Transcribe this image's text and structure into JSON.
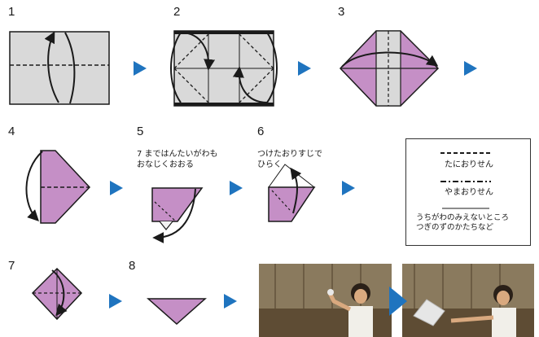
{
  "steps": [
    "1",
    "2",
    "3",
    "4",
    "5",
    "6",
    "7",
    "8"
  ],
  "captions": {
    "step5": "7 まではんたいがわも\nおなじくおおる",
    "step6": "つけたおりすじで\nひらく"
  },
  "legend": {
    "valley_fold": "たにおりせん",
    "mountain_fold": "やまおりせん",
    "hidden_line": "うちがわのみえないところ\nつぎのずのかたちなど"
  },
  "colors": {
    "paper_gray": "#d9d9d9",
    "paper_purple": "#c58fc6",
    "arrow_blue": "#1f74bf",
    "outline": "#1a1a1a"
  }
}
